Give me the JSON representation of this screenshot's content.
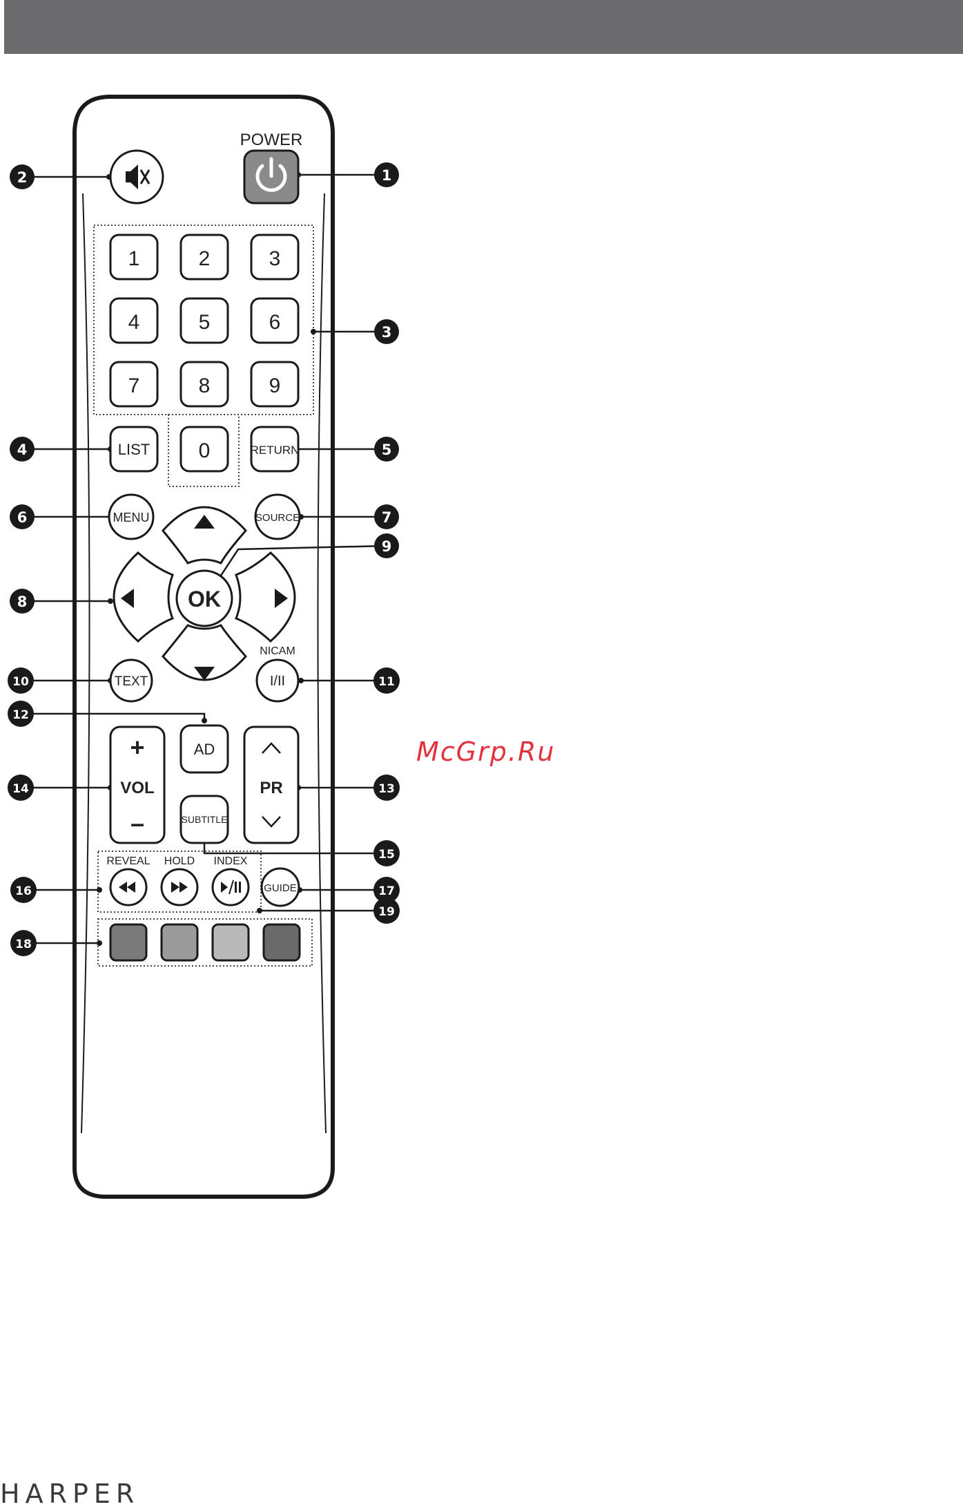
{
  "remote": {
    "power_label": "POWER",
    "keypad": [
      "1",
      "2",
      "3",
      "4",
      "5",
      "6",
      "7",
      "8",
      "9",
      "0"
    ],
    "list_label": "LIST",
    "return_label": "RETURN",
    "menu_label": "MENU",
    "source_label": "SOURCE",
    "ok_label": "OK",
    "text_label": "TEXT",
    "nicam_label": "NICAM",
    "i_ii_label": "I/II",
    "ad_label": "AD",
    "vol_label": "VOL",
    "vol_plus": "+",
    "vol_minus": "–",
    "pr_label": "PR",
    "subtitle_label": "SUBTITLE",
    "reveal_label": "REVEAL",
    "hold_label": "HOLD",
    "index_label": "INDEX",
    "guide_label": "GUIDE",
    "color_keys": [
      "#7a7a7a",
      "#9b9b9b",
      "#b9b9b9",
      "#6a6a6a"
    ]
  },
  "callouts": [
    "1",
    "2",
    "3",
    "4",
    "5",
    "6",
    "7",
    "8",
    "9",
    "10",
    "11",
    "12",
    "13",
    "14",
    "15",
    "16",
    "17",
    "18",
    "19"
  ],
  "watermark": "McGrp.Ru",
  "brand": "HARPER"
}
